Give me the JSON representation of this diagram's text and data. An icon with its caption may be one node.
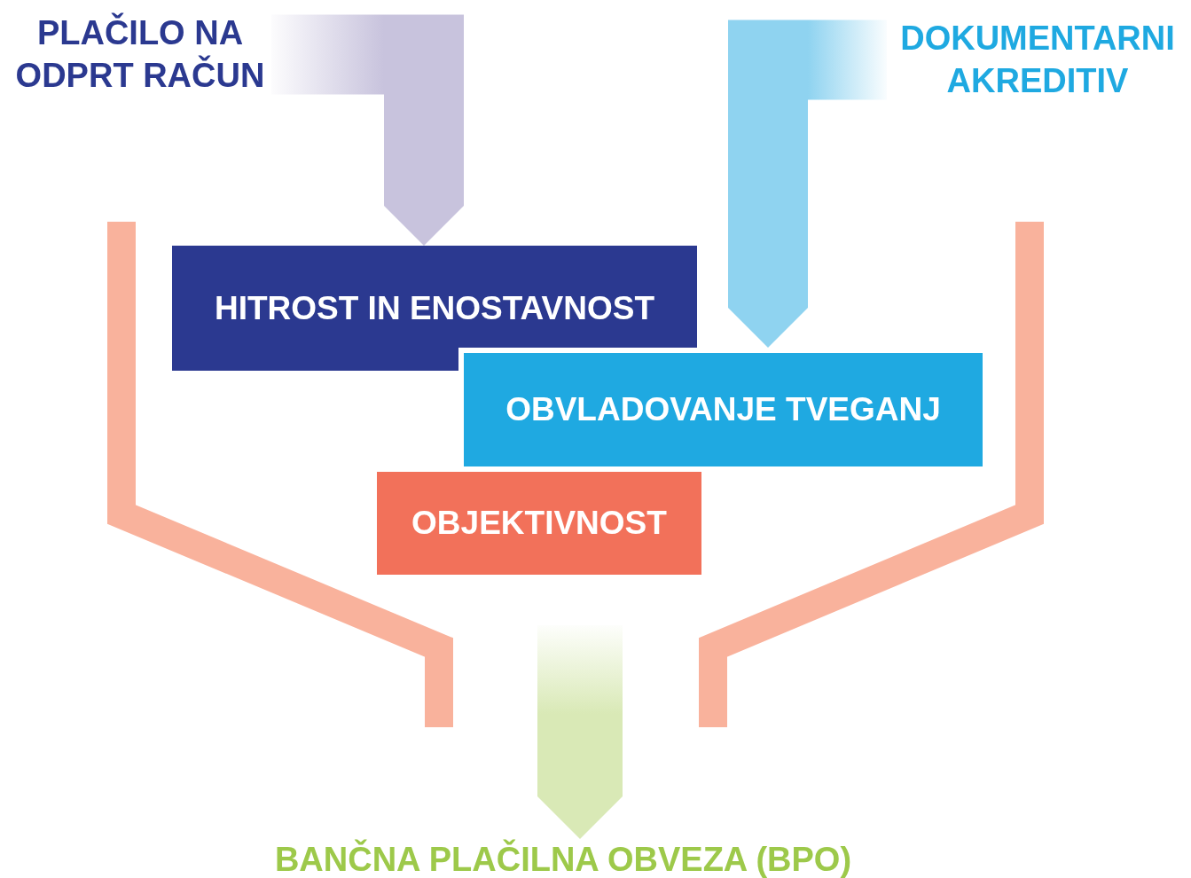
{
  "diagram": {
    "nodes": [
      {
        "text": [
          "PLAČILO NA ODPRT RAČUN"
        ]
      },
      {
        "text": [
          "DOKUMENTARNI AKREDITIV"
        ]
      },
      {
        "text": [
          "HITROST IN ENOSTAVNOST"
        ]
      },
      {
        "text": [
          "OBVLADOVANJE TVEGANJ"
        ]
      },
      {
        "text": [
          "OBJEKTIVNOST"
        ]
      },
      {
        "text": [
          "BANČNA PLAČILNA OBVEZA (BPO)"
        ]
      }
    ],
    "edges": [
      {
        "from": 0,
        "to": 2,
        "arrow": "to",
        "style": "thick",
        "color": "#c8c3dd"
      },
      {
        "from": 1,
        "to": 3,
        "arrow": "to",
        "style": "thick",
        "color": "#8fd3f0"
      },
      {
        "from": null,
        "to": 5,
        "arrow": "to",
        "style": "thick",
        "color": "#d9e9b6"
      }
    ]
  }
}
